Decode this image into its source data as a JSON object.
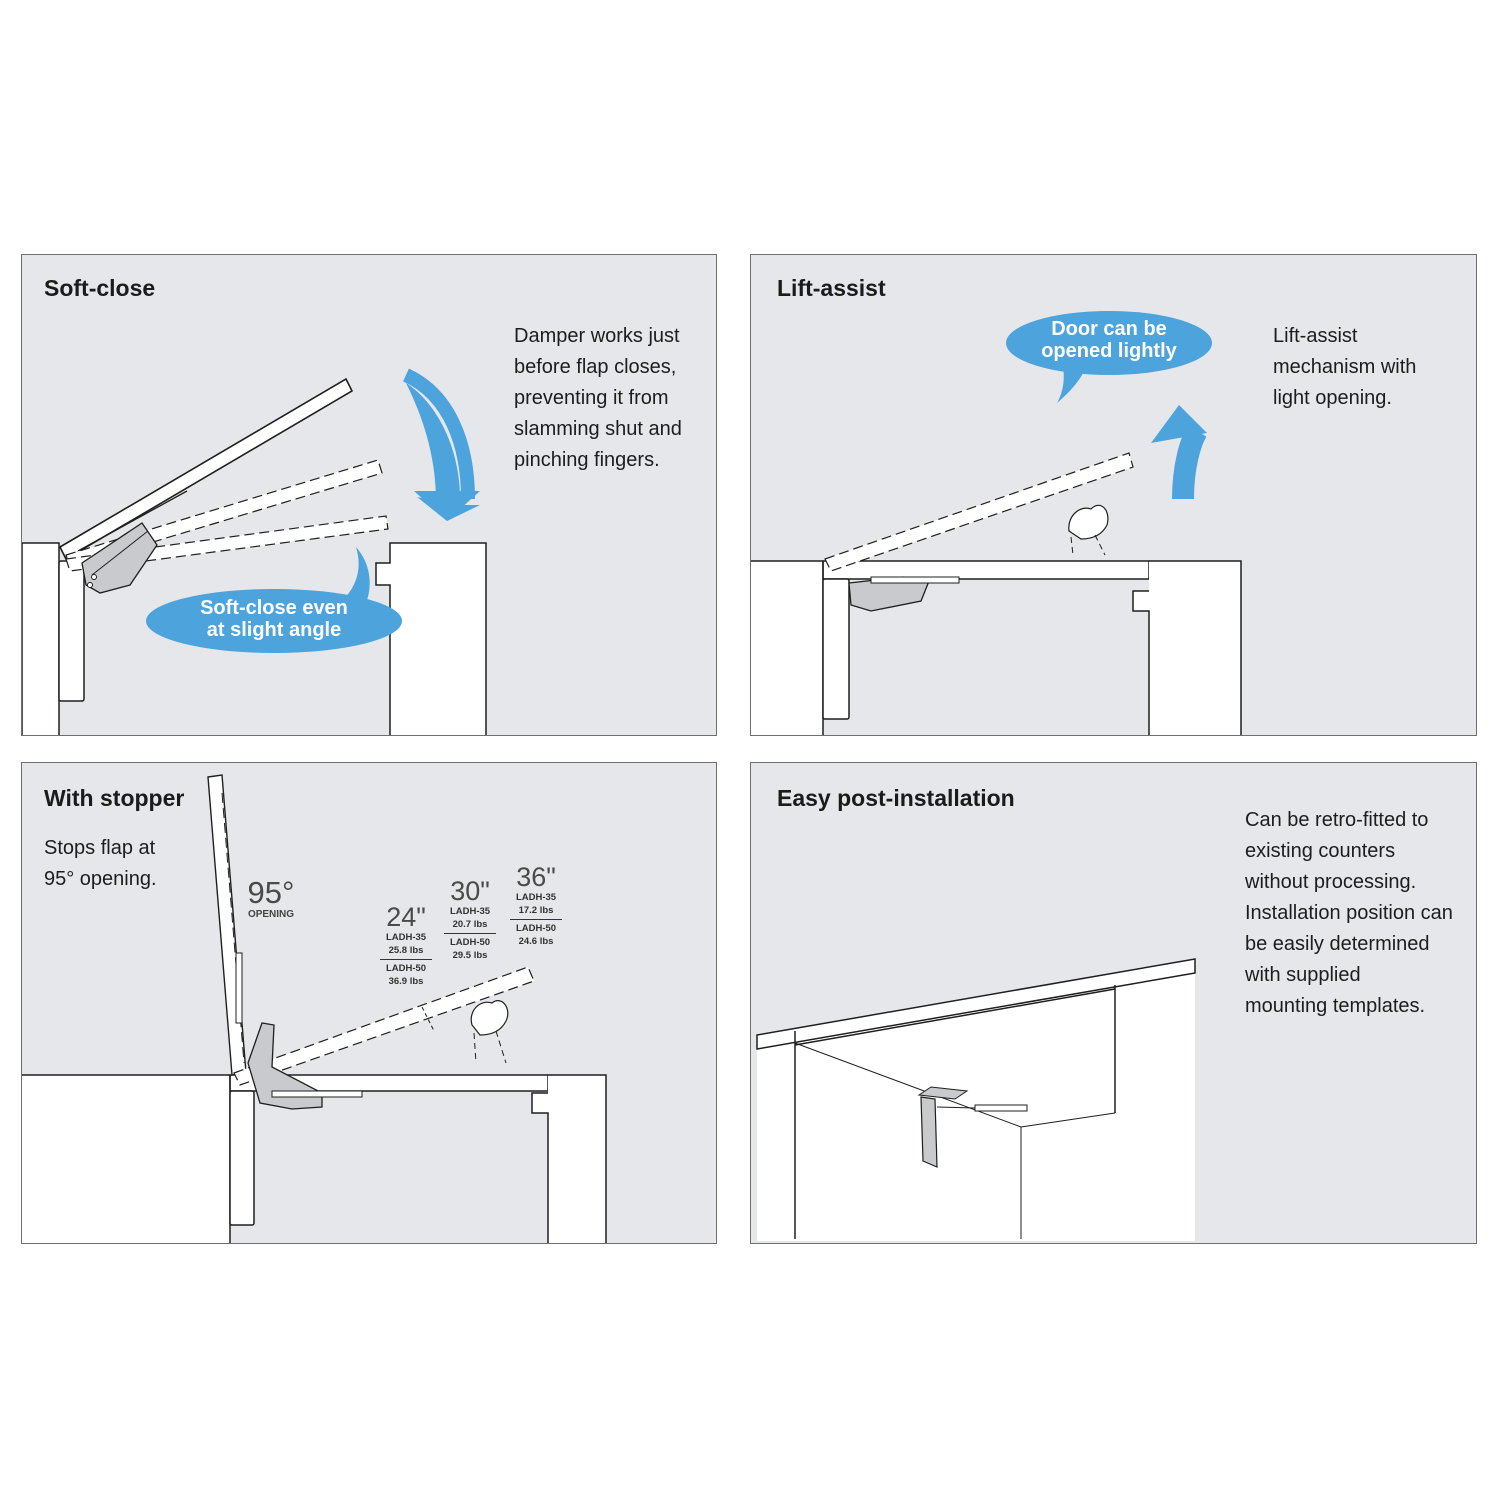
{
  "panels": {
    "soft_close": {
      "title": "Soft-close",
      "description": [
        "Damper works just",
        "before flap closes,",
        "preventing it from",
        "slamming shut and",
        "pinching fingers."
      ],
      "callout": [
        "Soft-close even",
        "at slight angle"
      ]
    },
    "lift_assist": {
      "title": "Lift-assist",
      "description": [
        "Lift-assist",
        "mechanism with",
        "light opening."
      ],
      "callout": [
        "Door can be",
        "opened lightly"
      ]
    },
    "with_stopper": {
      "title": "With stopper",
      "description": [
        "Stops flap at",
        "95° opening."
      ],
      "opening": {
        "value": "95°",
        "label": "OPENING"
      },
      "sizes": [
        {
          "size": "24\"",
          "ladh35_model": "LADH-35",
          "ladh35_weight": "25.8 lbs",
          "ladh50_model": "LADH-50",
          "ladh50_weight": "36.9 lbs"
        },
        {
          "size": "30\"",
          "ladh35_model": "LADH-35",
          "ladh35_weight": "20.7 lbs",
          "ladh50_model": "LADH-50",
          "ladh50_weight": "29.5 lbs"
        },
        {
          "size": "36\"",
          "ladh35_model": "LADH-35",
          "ladh35_weight": "17.2 lbs",
          "ladh50_model": "LADH-50",
          "ladh50_weight": "24.6 lbs"
        }
      ]
    },
    "post_install": {
      "title": "Easy post-installation",
      "description": [
        "Can be retro-fitted to",
        "existing counters",
        "without processing.",
        "Installation position can",
        "be easily determined",
        "with supplied",
        "mounting templates."
      ]
    }
  },
  "colors": {
    "panel_bg": "#e6e7ea",
    "accent_blue": "#4da3dc",
    "line": "#1f1f1f"
  }
}
